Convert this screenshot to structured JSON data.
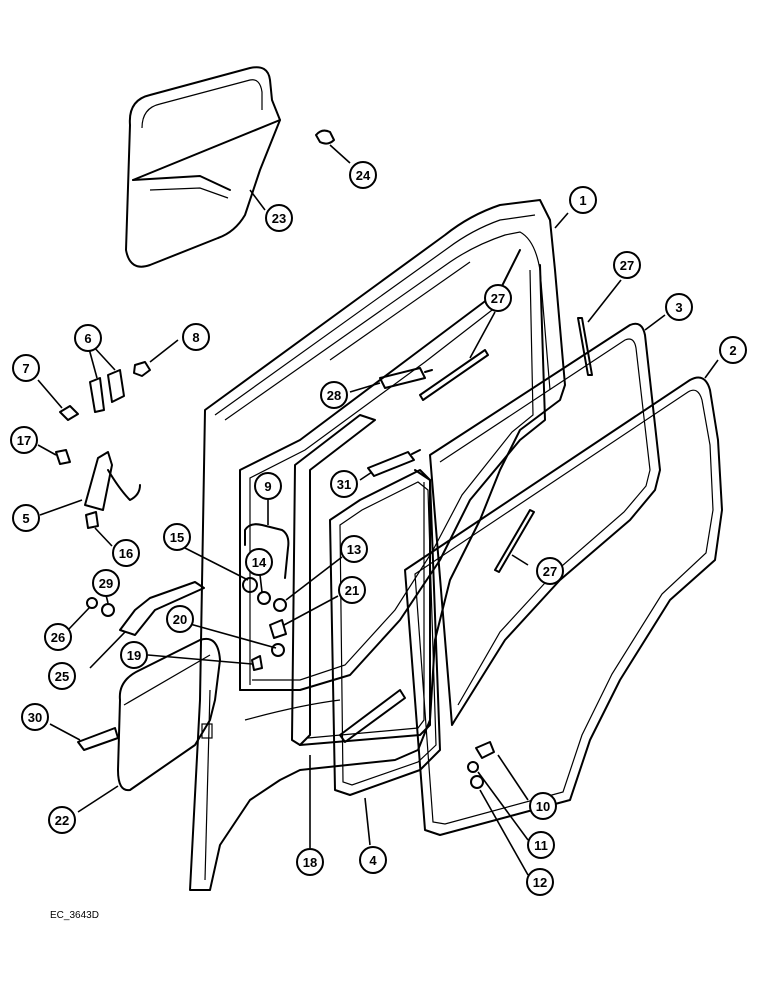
{
  "callouts": [
    {
      "id": "c1",
      "label": "1"
    },
    {
      "id": "c2",
      "label": "2"
    },
    {
      "id": "c3",
      "label": "3"
    },
    {
      "id": "c4",
      "label": "4"
    },
    {
      "id": "c5",
      "label": "5"
    },
    {
      "id": "c6",
      "label": "6"
    },
    {
      "id": "c7",
      "label": "7"
    },
    {
      "id": "c8",
      "label": "8"
    },
    {
      "id": "c9",
      "label": "9"
    },
    {
      "id": "c10",
      "label": "10"
    },
    {
      "id": "c11",
      "label": "11"
    },
    {
      "id": "c12",
      "label": "12"
    },
    {
      "id": "c13",
      "label": "13"
    },
    {
      "id": "c14",
      "label": "14"
    },
    {
      "id": "c15",
      "label": "15"
    },
    {
      "id": "c16",
      "label": "16"
    },
    {
      "id": "c17",
      "label": "17"
    },
    {
      "id": "c18",
      "label": "18"
    },
    {
      "id": "c19",
      "label": "19"
    },
    {
      "id": "c20",
      "label": "20"
    },
    {
      "id": "c21",
      "label": "21"
    },
    {
      "id": "c22",
      "label": "22"
    },
    {
      "id": "c23",
      "label": "23"
    },
    {
      "id": "c24",
      "label": "24"
    },
    {
      "id": "c25",
      "label": "25"
    },
    {
      "id": "c26",
      "label": "26"
    },
    {
      "id": "c27a",
      "label": "27"
    },
    {
      "id": "c27b",
      "label": "27"
    },
    {
      "id": "c27c",
      "label": "27"
    },
    {
      "id": "c28",
      "label": "28"
    },
    {
      "id": "c29",
      "label": "29"
    },
    {
      "id": "c30",
      "label": "30"
    },
    {
      "id": "c31",
      "label": "31"
    }
  ],
  "reference_code": "EC_3643D"
}
